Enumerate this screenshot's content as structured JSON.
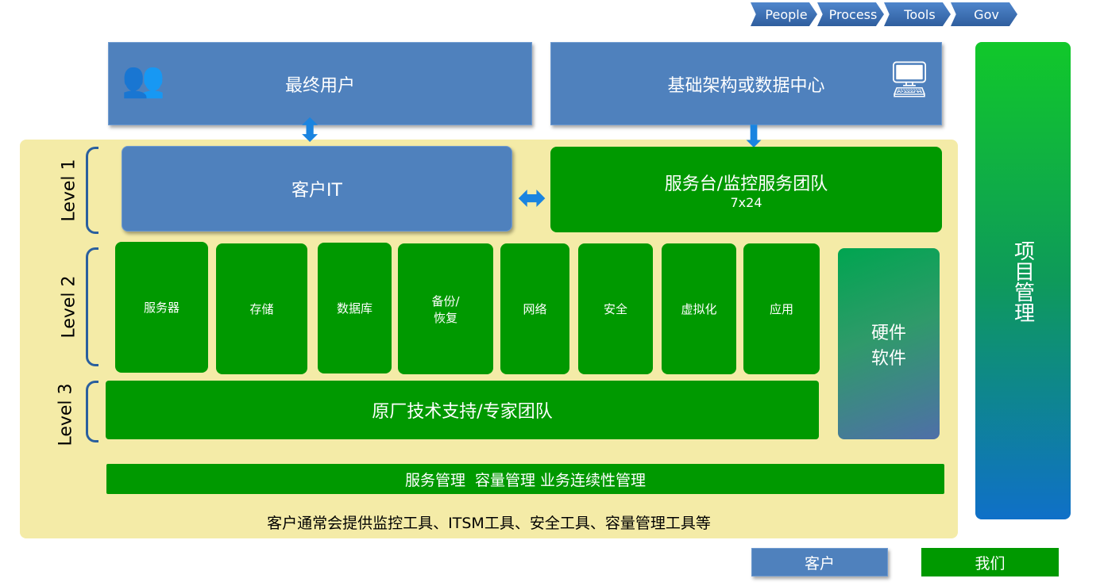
{
  "chevrons": [
    "People",
    "Process",
    "Tools",
    "Gov"
  ],
  "end_user": "最终用户",
  "infra": "基础架构或数据中心",
  "customer_it": "客户IT",
  "service_desk": {
    "title": "服务台/监控服务团队",
    "sub": "7x24"
  },
  "levels": [
    "Level 1",
    "Level 2",
    "Level 3"
  ],
  "level2_boxes": [
    "服务器",
    "存储",
    "数据库",
    "备份/\n恢复",
    "网络",
    "安全",
    "虚拟化",
    "应用"
  ],
  "hw_sw": "硬件\n软件",
  "vendor": "原厂技术支持/专家团队",
  "mgmt": "服务管理  容量管理 业务连续性管理",
  "tools_note": "客户通常会提供监控工具、ITSM工具、安全工具、容量管理工具等",
  "project_mgmt": "项目管理",
  "legend": {
    "customer": "客户",
    "us": "我们"
  },
  "colors": {
    "customer": "#4f81bd",
    "us": "#009900",
    "panel": "#f4eba7"
  }
}
